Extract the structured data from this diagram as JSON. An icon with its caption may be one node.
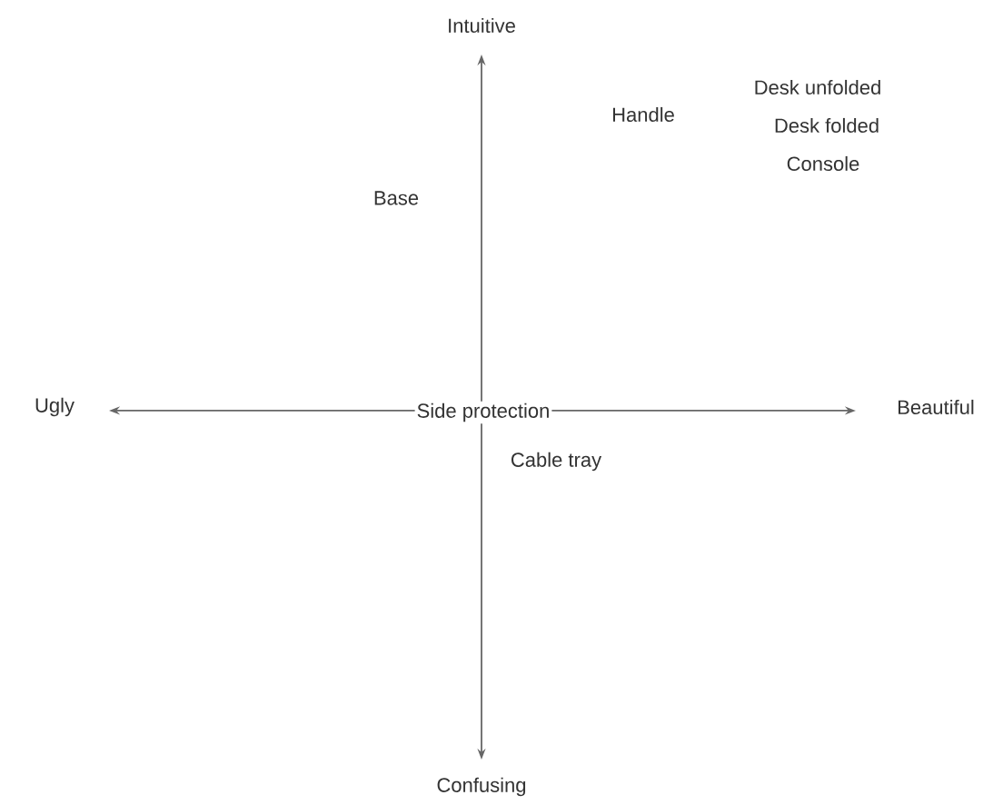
{
  "diagram": {
    "labels": [
      "Intuitive",
      "Desk unfolded",
      "Handle",
      "Desk folded",
      "Console",
      "Base",
      "Ugly",
      "Side protection",
      "Beautiful",
      "Cable tray",
      "Confusing"
    ]
  }
}
